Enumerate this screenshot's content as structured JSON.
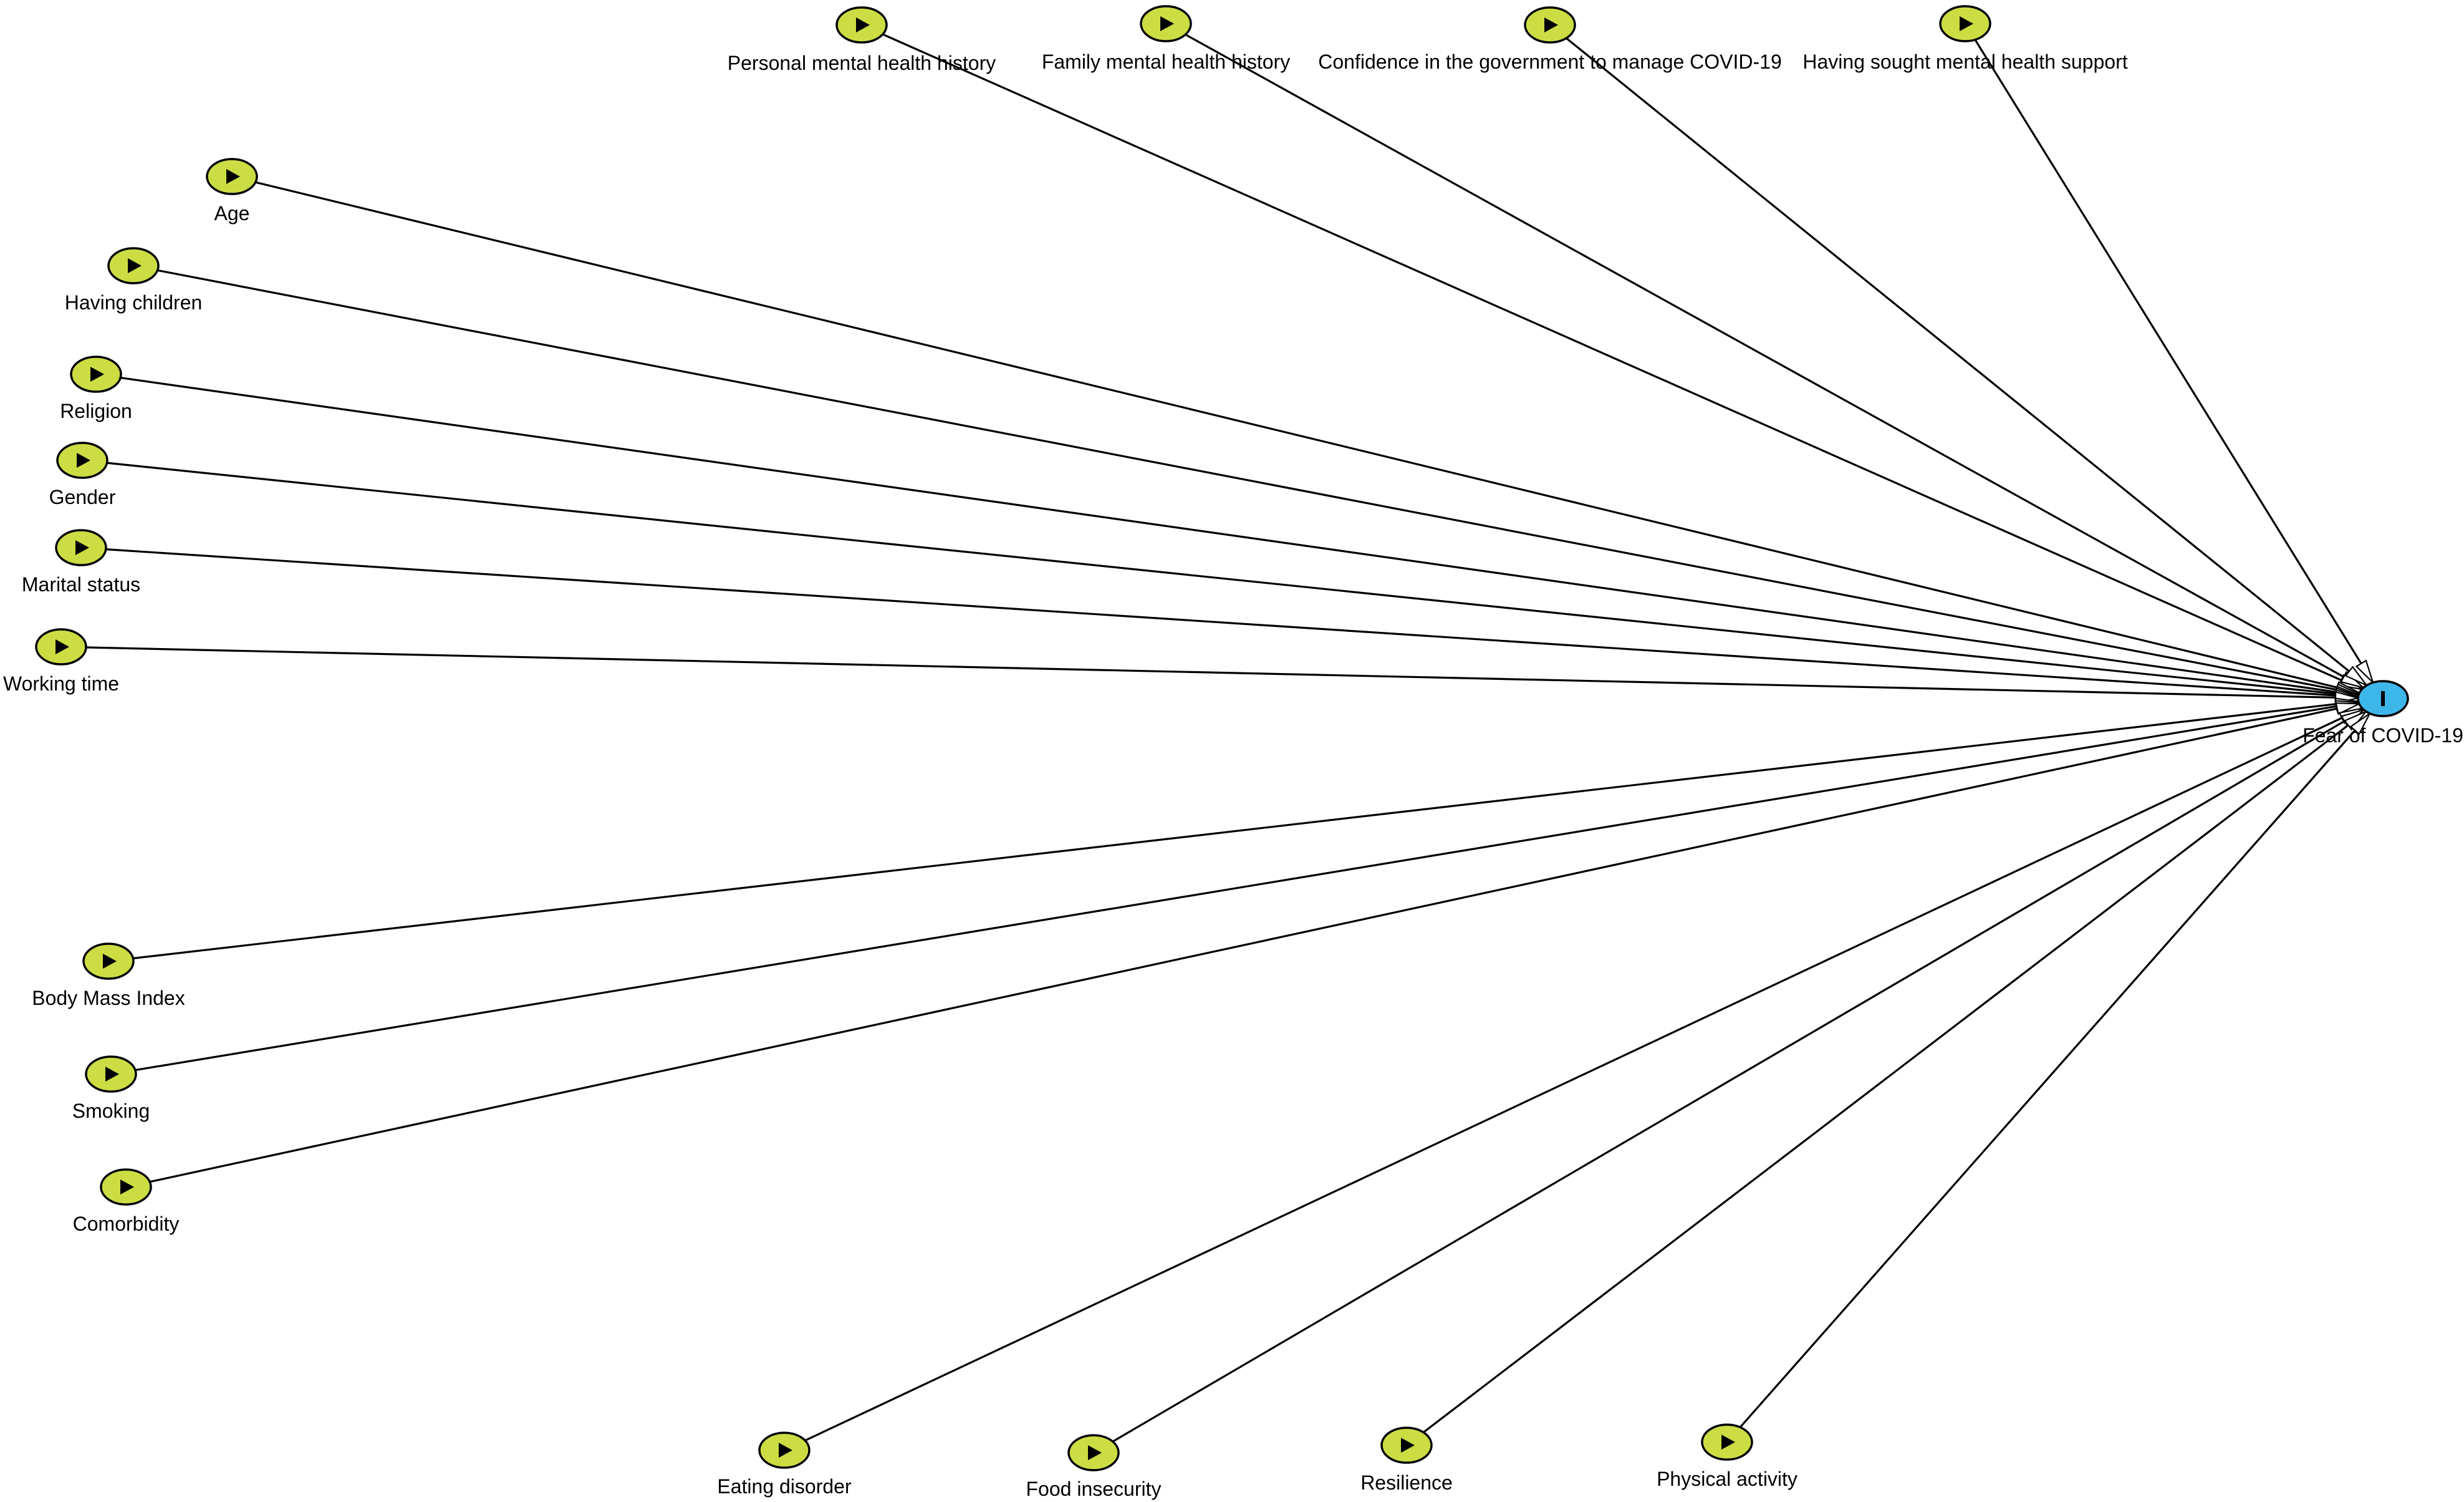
{
  "diagram": {
    "type": "causal-dag",
    "colors": {
      "exposure_fill": "#ccdd44",
      "outcome_fill": "#3db6ea",
      "edge": "#000000",
      "background": "#ffffff"
    },
    "outcome": {
      "id": "fear",
      "label": "Fear of COVID-19",
      "icon": "outcome-bar-icon"
    },
    "exposures": [
      {
        "id": "personal_mh",
        "label": "Personal mental health history",
        "icon": "play-icon"
      },
      {
        "id": "family_mh",
        "label": "Family mental health history",
        "icon": "play-icon"
      },
      {
        "id": "gov_confidence",
        "label": "Confidence in the government to manage COVID-19",
        "icon": "play-icon"
      },
      {
        "id": "sought_support",
        "label": "Having sought mental health support",
        "icon": "play-icon"
      },
      {
        "id": "age",
        "label": "Age",
        "icon": "play-icon"
      },
      {
        "id": "children",
        "label": "Having children",
        "icon": "play-icon"
      },
      {
        "id": "religion",
        "label": "Religion",
        "icon": "play-icon"
      },
      {
        "id": "gender",
        "label": "Gender",
        "icon": "play-icon"
      },
      {
        "id": "marital",
        "label": "Marital status",
        "icon": "play-icon"
      },
      {
        "id": "working_time",
        "label": "Working time",
        "icon": "play-icon"
      },
      {
        "id": "bmi",
        "label": "Body Mass Index",
        "icon": "play-icon"
      },
      {
        "id": "smoking",
        "label": "Smoking",
        "icon": "play-icon"
      },
      {
        "id": "comorbidity",
        "label": "Comorbidity",
        "icon": "play-icon"
      },
      {
        "id": "eating_disorder",
        "label": "Eating disorder",
        "icon": "play-icon"
      },
      {
        "id": "food_insecurity",
        "label": "Food insecurity",
        "icon": "play-icon"
      },
      {
        "id": "resilience",
        "label": "Resilience",
        "icon": "play-icon"
      },
      {
        "id": "physical_activity",
        "label": "Physical activity",
        "icon": "play-icon"
      }
    ],
    "edges": [
      {
        "from": "personal_mh",
        "to": "fear"
      },
      {
        "from": "family_mh",
        "to": "fear"
      },
      {
        "from": "gov_confidence",
        "to": "fear"
      },
      {
        "from": "sought_support",
        "to": "fear"
      },
      {
        "from": "age",
        "to": "fear"
      },
      {
        "from": "children",
        "to": "fear"
      },
      {
        "from": "religion",
        "to": "fear"
      },
      {
        "from": "gender",
        "to": "fear"
      },
      {
        "from": "marital",
        "to": "fear"
      },
      {
        "from": "working_time",
        "to": "fear"
      },
      {
        "from": "bmi",
        "to": "fear"
      },
      {
        "from": "smoking",
        "to": "fear"
      },
      {
        "from": "comorbidity",
        "to": "fear"
      },
      {
        "from": "eating_disorder",
        "to": "fear"
      },
      {
        "from": "food_insecurity",
        "to": "fear"
      },
      {
        "from": "resilience",
        "to": "fear"
      },
      {
        "from": "physical_activity",
        "to": "fear"
      }
    ]
  }
}
